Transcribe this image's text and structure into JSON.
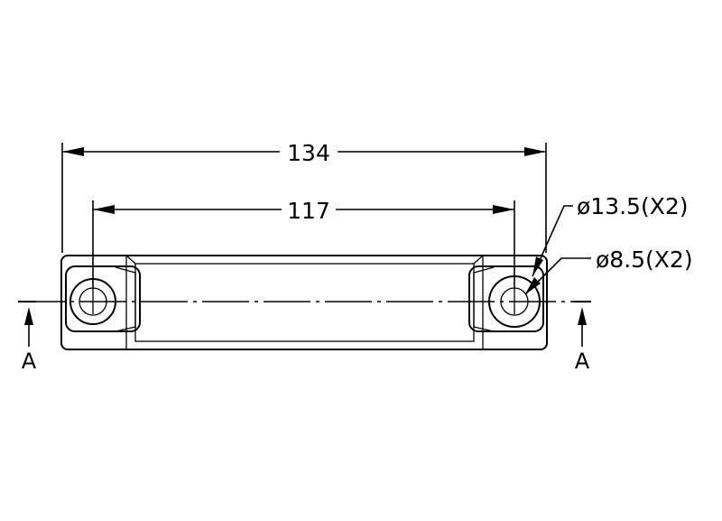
{
  "drawing": {
    "dimensions": {
      "overall_length": "134",
      "hole_spacing": "117",
      "counterbore_diameter": "ø13.5(X2)",
      "hole_diameter": "ø8.5(X2)"
    },
    "section": {
      "left_label": "A",
      "right_label": "A"
    }
  }
}
